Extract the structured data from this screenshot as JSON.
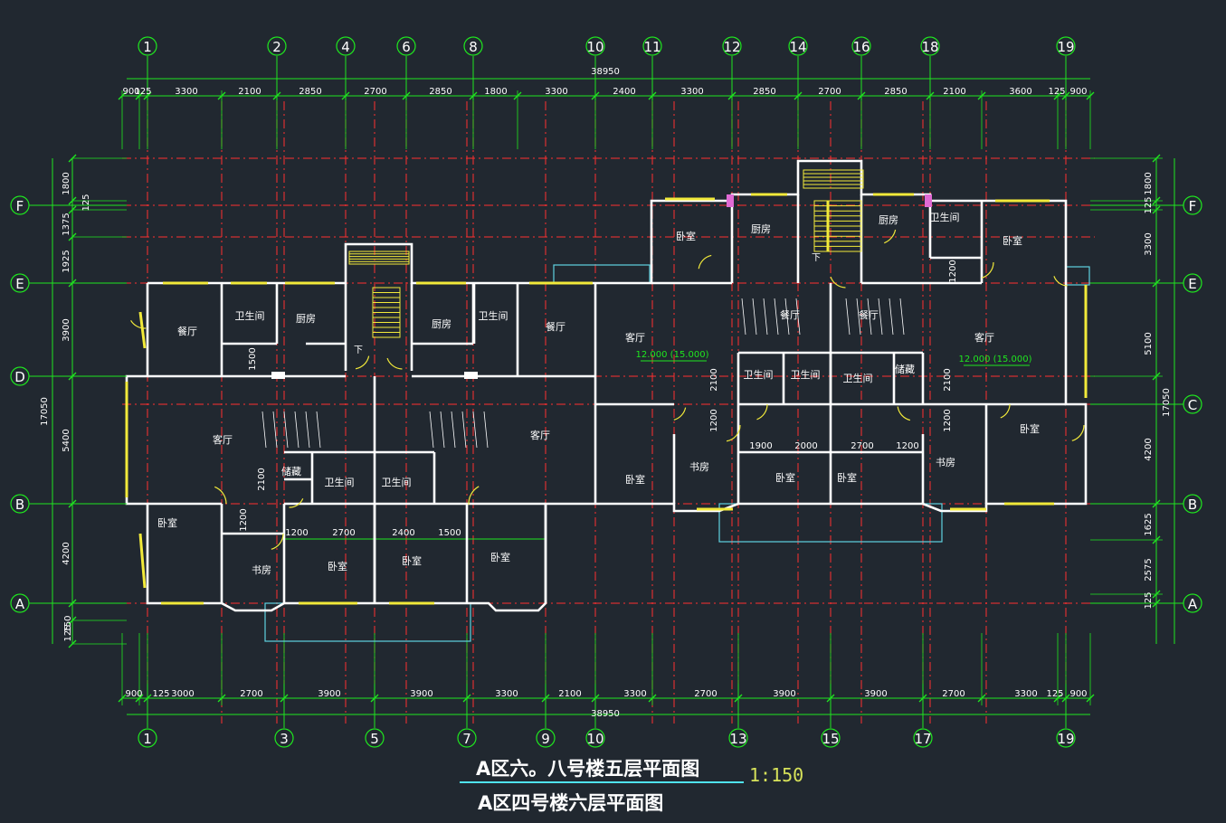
{
  "title": {
    "main": "A区六。八号楼五层平面图",
    "sub": "A区四号楼六层平面图",
    "scale": "1:150"
  },
  "colors": {
    "background": "#212830",
    "axis_line": "#ff2f2f",
    "dimension_line": "#1fe61f",
    "wall": "#ffffff",
    "window": "#f2ea3a",
    "balcony": "#5fd2e0",
    "text": "#ffffff",
    "title_underline": "#4fe3ee",
    "scale_text": "#d7e25a"
  },
  "axes": {
    "top_vertical": [
      "1",
      "2",
      "4",
      "6",
      "8",
      "10",
      "11",
      "12",
      "14",
      "16",
      "18",
      "19"
    ],
    "bottom_vertical": [
      "1",
      "3",
      "5",
      "7",
      "9",
      "10",
      "13",
      "15",
      "17",
      "19"
    ],
    "left_horizontal": [
      "F",
      "E",
      "D",
      "B",
      "A"
    ],
    "right_horizontal": [
      "F",
      "E",
      "C",
      "B",
      "A"
    ]
  },
  "dimensions": {
    "total": "38950",
    "top_row": [
      "900",
      "125",
      "3300",
      "2100",
      "2850",
      "2700",
      "2850",
      "1800",
      "3300",
      "2400",
      "3300",
      "2850",
      "2700",
      "2850",
      "2100",
      "3600",
      "125",
      "900"
    ],
    "bottom_row": [
      "900",
      "125",
      "3000",
      "2700",
      "3900",
      "3900",
      "3300",
      "2100",
      "3300",
      "2700",
      "3900",
      "3900",
      "2700",
      "3300",
      "125",
      "900"
    ],
    "left_col": [
      "1800",
      "125",
      "1375",
      "1925",
      "3900",
      "5400",
      "4200",
      "150",
      "125",
      "17050"
    ],
    "right_col": [
      "1800",
      "125",
      "3300",
      "5100",
      "4200",
      "1625",
      "2575",
      "125",
      "17050"
    ]
  },
  "rooms": {
    "left": [
      "餐厅",
      "卫生间",
      "厨房",
      "厨房",
      "卫生间",
      "餐厅",
      "客厅",
      "客厅",
      "储藏",
      "卫生间",
      "卫生间",
      "卧室",
      "书房",
      "卧室",
      "卧室",
      "卧室"
    ],
    "right": [
      "卧室",
      "厨房",
      "厨房",
      "卫生间",
      "卧室",
      "客厅",
      "餐厅",
      "餐厅",
      "客厅",
      "卫生间",
      "卫生间",
      "卫生间",
      "储藏",
      "卧室",
      "书房",
      "卧室",
      "卧室",
      "书房",
      "卧室"
    ]
  },
  "inner_dims": {
    "left": [
      "1500",
      "2100",
      "1200",
      "1200",
      "2700",
      "2400",
      "1500"
    ],
    "right": [
      "2100",
      "1200",
      "1900",
      "2000",
      "2700",
      "1200",
      "2100",
      "1200",
      "1200"
    ]
  },
  "elevations": [
    "12.000 (15.000)",
    "12.000 (15.000)"
  ],
  "stair_labels": [
    "下",
    "下"
  ]
}
